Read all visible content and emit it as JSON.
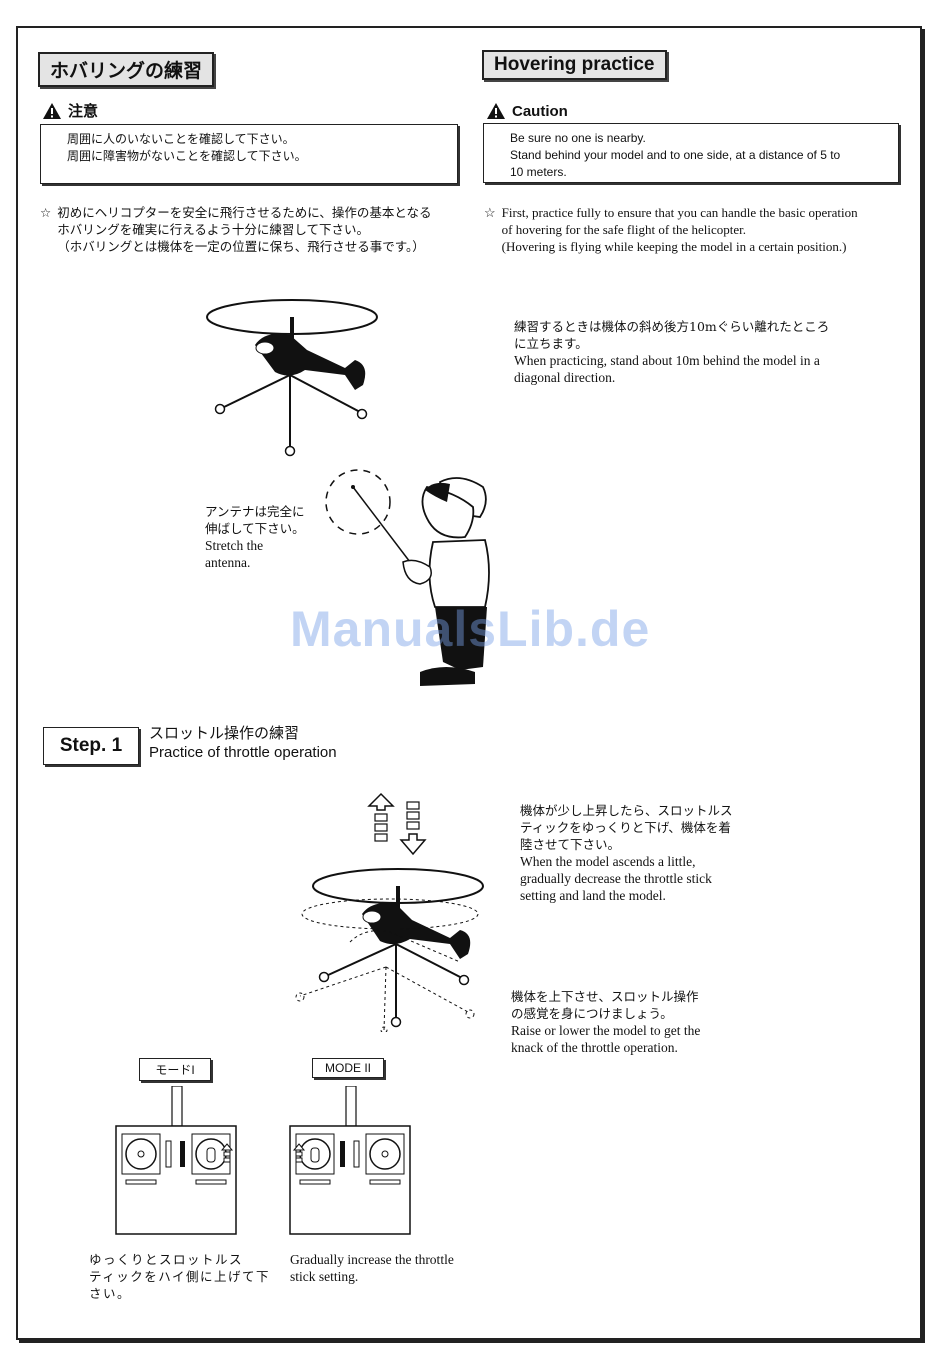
{
  "left": {
    "title": "ホバリングの練習",
    "caution_label": "注意",
    "caution_lines": [
      "周囲に人のいないことを確認して下さい。",
      "周囲に障害物がないことを確認して下さい。"
    ],
    "star": "☆",
    "intro_lines": [
      "初めにヘリコプターを安全に飛行させるために、操作の基本となる",
      "ホバリングを確実に行えるよう十分に練習して下さい。",
      "（ホバリングとは機体を一定の位置に保ち、飛行させる事です。）"
    ]
  },
  "right": {
    "title": "Hovering practice",
    "caution_label": "Caution",
    "caution_lines": [
      "Be sure no one is nearby.",
      "Stand behind your model and to one side, at a distance of 5 to",
      "10 meters."
    ],
    "star": "☆",
    "intro_lines": [
      "First, practice fully to ensure that you can handle the basic operation",
      "of hovering for the safe flight of the helicopter.",
      "(Hovering is flying while keeping the model in a certain position.)"
    ]
  },
  "practice_note": {
    "jp_lines": [
      "練習するときは機体の斜め後方10mぐらい離れたところ",
      "に立ちます。"
    ],
    "en_lines": [
      "When practicing, stand about 10m behind the model in a",
      "diagonal direction."
    ]
  },
  "antenna_note": {
    "jp_lines": [
      "アンテナは完全に",
      "伸ばして下さい。"
    ],
    "en_lines": [
      "Stretch the",
      "antenna."
    ]
  },
  "watermark": "ManualsLib.de",
  "step": {
    "label": "Step. 1",
    "title_jp": "スロットル操作の練習",
    "title_en": "Practice of throttle operation"
  },
  "ascend_note": {
    "jp_lines": [
      "機体が少し上昇したら、スロットルス",
      "ティックをゆっくりと下げ、機体を着",
      "陸させて下さい。"
    ],
    "en_lines": [
      "When the model ascends a little,",
      "gradually decrease the throttle stick",
      "setting and land the model."
    ]
  },
  "raise_note": {
    "jp_lines": [
      "機体を上下させ、スロットル操作",
      "の感覚を身につけましょう。"
    ],
    "en_lines": [
      "Raise or lower the model to get the",
      "knack of the throttle operation."
    ]
  },
  "modes": {
    "mode1": "モードI",
    "mode2": "MODE II"
  },
  "throttle_note": {
    "jp_lines": [
      "ゆっくりとスロットルス",
      "ティックをハイ側に上げて下",
      "さい。"
    ],
    "en_lines": [
      "Gradually increase the throttle",
      "stick setting."
    ]
  }
}
